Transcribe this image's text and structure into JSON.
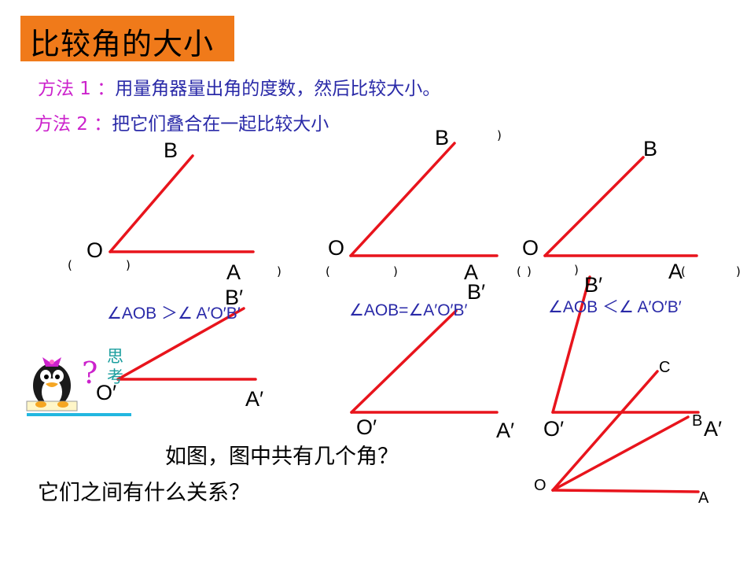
{
  "title": "比较角的大小",
  "methods": [
    {
      "label": "方法 1 ：",
      "text": "用量角器量出角的度数，然后比较大小。"
    },
    {
      "label": "方法 2 ：",
      "text": "把它们叠合在一起比较大小"
    }
  ],
  "points": {
    "O": "O",
    "A": "A",
    "B": "B",
    "O_prime": "O′",
    "A_prime": "A′",
    "B_prime": "B′",
    "C": "C"
  },
  "parens": {
    "open": "(",
    "close": ")"
  },
  "comparisons": {
    "greater": "∠AOB ＞∠ A′O′B′",
    "equal": "∠AOB=∠A′O′B′",
    "less": "∠AOB ＜∠ A′O′B′"
  },
  "think_label": "思考",
  "question_mark": "?",
  "question": {
    "line1": "如图，图中共有几个角？",
    "line2": "它们之间有什么关系？"
  },
  "colors": {
    "title_bg": "#f07a1a",
    "line": "#e8141c",
    "method_label": "#cc22cc",
    "method_text": "#2a2aa8",
    "think": "#1a9e9e",
    "underline": "#22b7e0"
  },
  "icons": [
    "penguin-icon"
  ]
}
